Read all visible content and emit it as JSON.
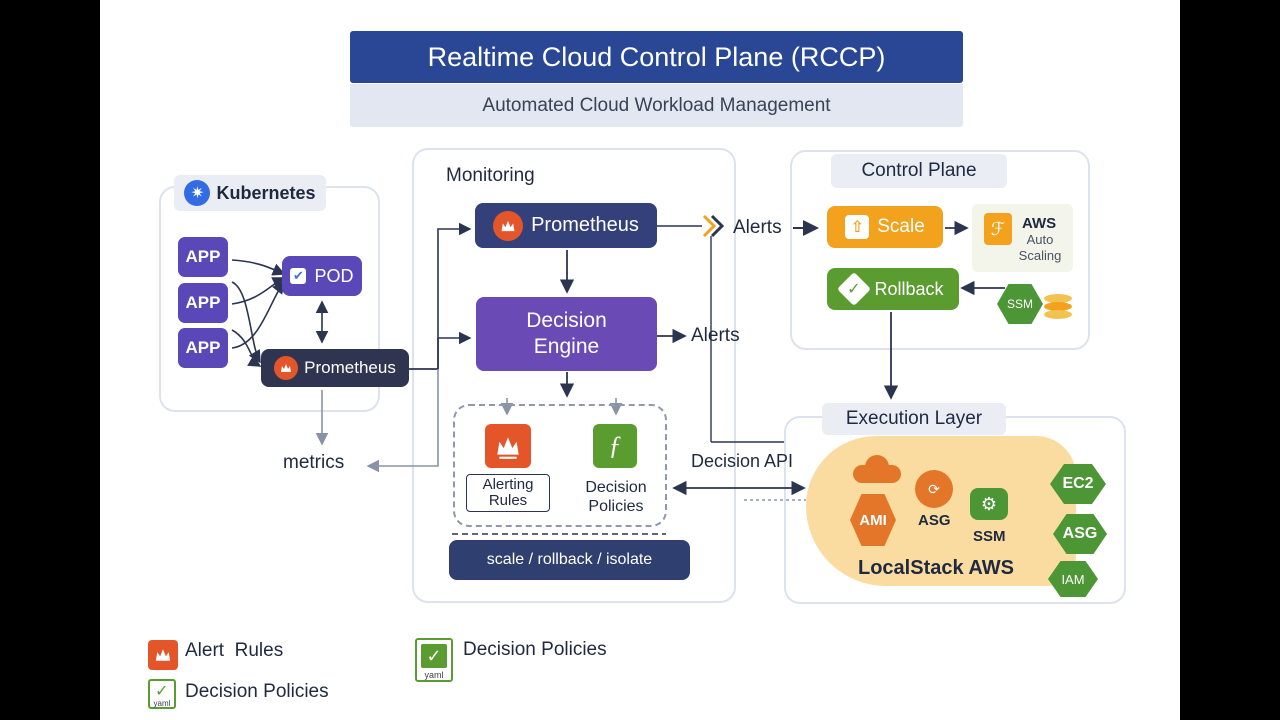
{
  "title": "Realtime Cloud Control Plane (RCCP)",
  "subtitle": "Automated Cloud Workload Management",
  "kubernetes": {
    "header": "Kubernetes",
    "apps": [
      "APP",
      "APP",
      "APP"
    ],
    "pod": "POD",
    "prometheus": "Prometheus"
  },
  "metrics_label": "metrics",
  "monitoring": {
    "header": "Monitoring",
    "prometheus": "Prometheus",
    "alerts_top": "Alerts",
    "decision_engine": "Decision\nEngine",
    "alerts_mid": "Alerts",
    "alerting_rules": "Alerting\nRules",
    "decision_policies": "Decision\nPolicies",
    "actions": "scale / rollback / isolate",
    "decision_api": "Decision API"
  },
  "control_plane": {
    "header": "Control Plane",
    "scale": "Scale",
    "rollback": "Rollback",
    "aws_title": "AWS",
    "aws_sub": "Auto\nScaling",
    "ssm": "SSM"
  },
  "execution_layer": {
    "header": "Execution Layer",
    "ami": "AMI",
    "asg": "ASG",
    "ssm": "SSM",
    "localstack": "LocalStack AWS",
    "ec2": "EC2",
    "asg_hex": "ASG",
    "iam": "IAM"
  },
  "legend": {
    "alert_rules": "Alert  Rules",
    "decision_policies_left": "Decision Policies",
    "decision_policies_right": "Decision Policies",
    "yaml": "yaml"
  },
  "colors": {
    "title_bg": "#2a4795",
    "app_purple": "#5a47b8",
    "prometheus_dark": "#2f3450",
    "decision_engine": "#6a4bb6",
    "scale_orange": "#f2a21c",
    "rollback_green": "#5a9c2f",
    "localstack_bg": "#fbdca0"
  }
}
